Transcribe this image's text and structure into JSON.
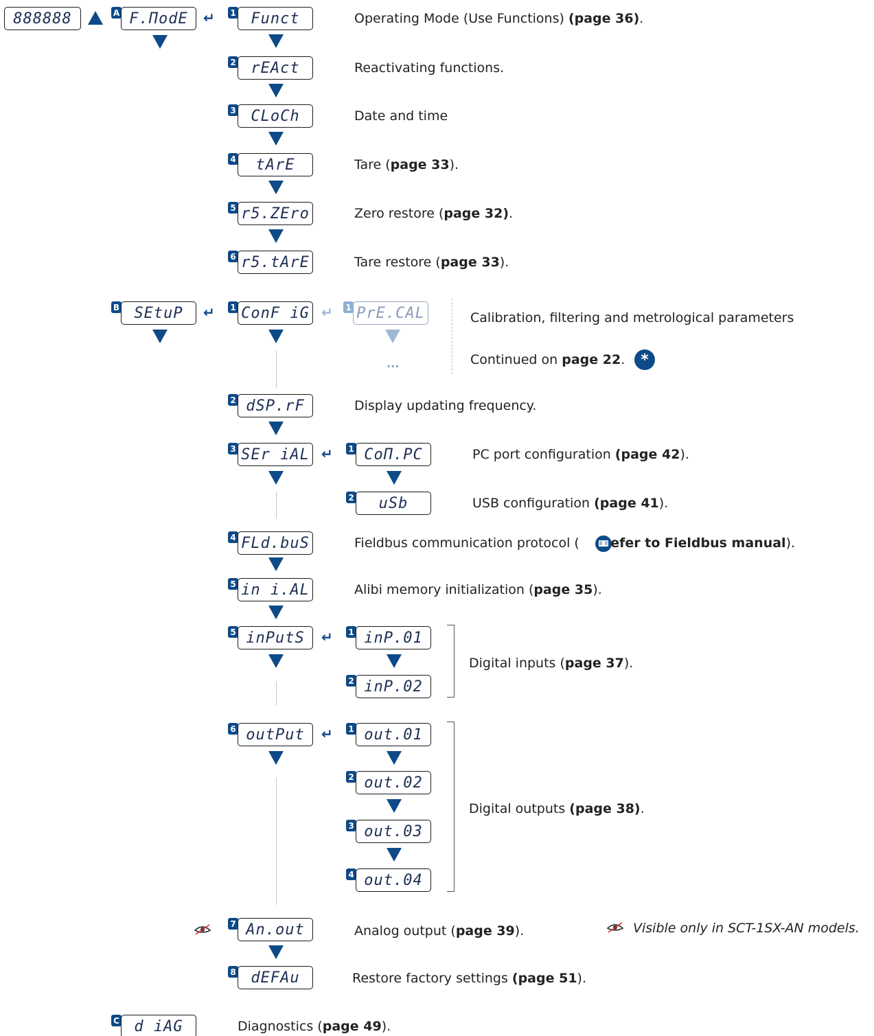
{
  "display_test": "888888",
  "menus": {
    "A": {
      "badge": "A",
      "code": "F.ΠodE"
    },
    "B": {
      "badge": "B",
      "code": "SEtuP"
    },
    "C": {
      "badge": "C",
      "code": "d iAG"
    }
  },
  "fmode_items": [
    {
      "badge": "1",
      "code": "Funct",
      "desc_pre": "Operating Mode (Use Functions) ",
      "desc_bold": "(page 36)",
      "desc_post": "."
    },
    {
      "badge": "2",
      "code": "rEAct",
      "desc_pre": "Reactivating functions.",
      "desc_bold": "",
      "desc_post": ""
    },
    {
      "badge": "3",
      "code": "CLoCh",
      "desc_pre": "Date and time",
      "desc_bold": "",
      "desc_post": ""
    },
    {
      "badge": "4",
      "code": "tArE",
      "desc_pre": "Tare (",
      "desc_bold": "page 33",
      "desc_post": ")."
    },
    {
      "badge": "5",
      "code": "r5.ZEro",
      "desc_pre": "Zero restore (",
      "desc_bold": "page 32)",
      "desc_post": "."
    },
    {
      "badge": "6",
      "code": "r5.tArE",
      "desc_pre": "Tare restore (",
      "desc_bold": "page 33",
      "desc_post": ")."
    }
  ],
  "setup": {
    "config": {
      "badge": "1",
      "code": "ConF iG"
    },
    "precal": {
      "badge": "1",
      "code": "PrE.CAL",
      "desc1": "Calibration, filtering and metrological parameters",
      "desc2_pre": "Continued on ",
      "desc2_bold": "page 22",
      "desc2_post": ".",
      "dots": "...",
      "star": "*"
    },
    "dsprf": {
      "badge": "2",
      "code": "dSP.rF",
      "desc_pre": "Display updating frequency.",
      "desc_bold": "",
      "desc_post": ""
    },
    "serial": {
      "badge": "3",
      "code": "SEr iAL"
    },
    "compc": {
      "badge": "1",
      "code": "CoΠ.PC",
      "desc_pre": "PC port configuration ",
      "desc_bold": "(page 42",
      "desc_post": ")."
    },
    "usb": {
      "badge": "2",
      "code": "uSb",
      "desc_pre": "USB configuration ",
      "desc_bold": "(page 41",
      "desc_post": ")."
    },
    "fldbus": {
      "badge": "4",
      "code": "FLd.buS",
      "desc_pre": "Fieldbus communication protocol ( ",
      "desc_bold": "refer to Fieldbus manual",
      "desc_post": ")."
    },
    "inial": {
      "badge": "5",
      "code": "in i.AL",
      "desc_pre": "Alibi memory initialization (",
      "desc_bold": "page 35",
      "desc_post": ")."
    },
    "inputs": {
      "badge": "5",
      "code": "inPutS"
    },
    "inp01": {
      "badge": "1",
      "code": "inP.01"
    },
    "inp02": {
      "badge": "2",
      "code": "inP.02"
    },
    "inputs_desc": {
      "pre": "Digital inputs (",
      "bold": "page 37",
      "post": ")."
    },
    "output": {
      "badge": "6",
      "code": "outPut"
    },
    "out01": {
      "badge": "1",
      "code": "out.01"
    },
    "out02": {
      "badge": "2",
      "code": "out.02"
    },
    "out03": {
      "badge": "3",
      "code": "out.03"
    },
    "out04": {
      "badge": "4",
      "code": "out.04"
    },
    "outputs_desc": {
      "pre": "Digital outputs ",
      "bold": "(page 38)",
      "post": "."
    },
    "anout": {
      "badge": "7",
      "code": "An.out",
      "desc_pre": "Analog output (",
      "desc_bold": "page 39",
      "desc_post": ")."
    },
    "defau": {
      "badge": "8",
      "code": "dEFAu",
      "desc_pre": "Restore factory settings ",
      "desc_bold": "(page 51",
      "desc_post": ")."
    }
  },
  "diag_desc": {
    "pre": "Diagnostics (",
    "bold": "page 49",
    "post": ")."
  },
  "visible_note": "Visible only in SCT-1SX-AN models."
}
